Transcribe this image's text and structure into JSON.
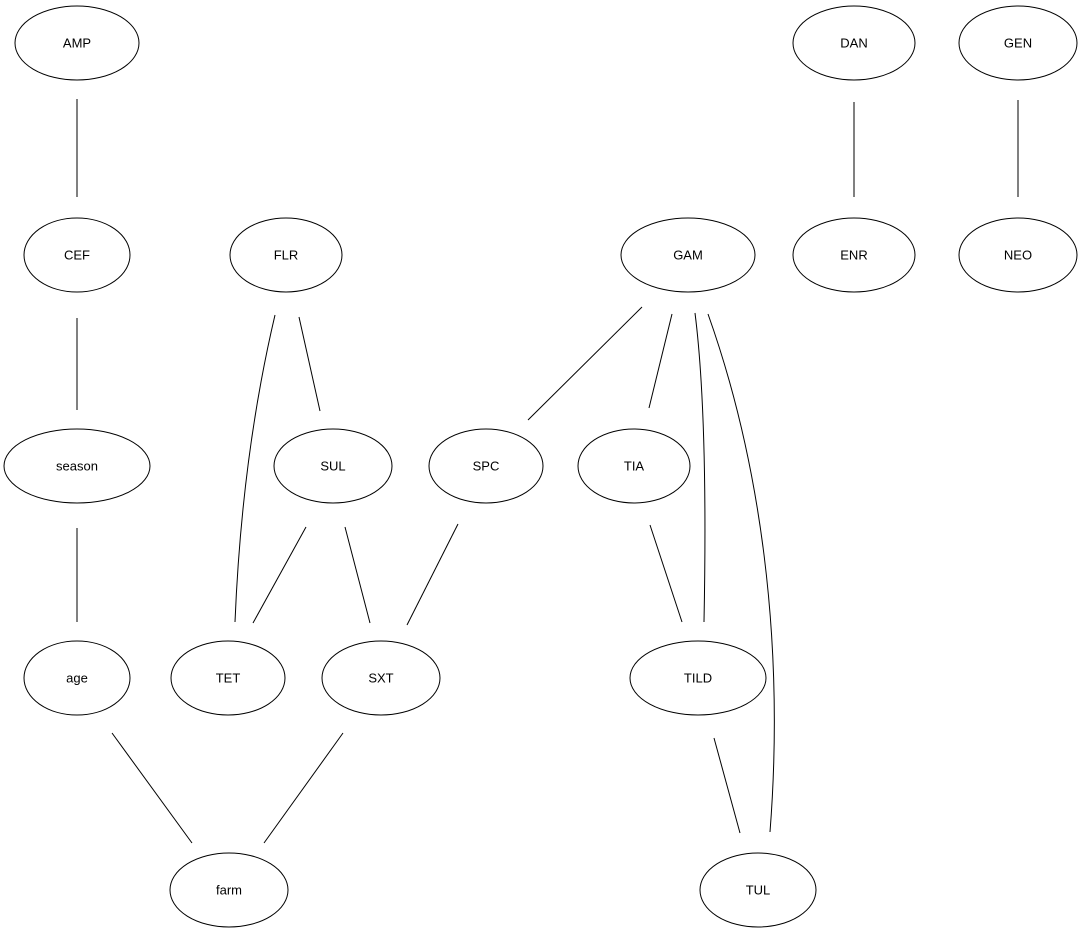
{
  "nodes": [
    {
      "id": "AMP",
      "label": "AMP"
    },
    {
      "id": "DAN",
      "label": "DAN"
    },
    {
      "id": "GEN",
      "label": "GEN"
    },
    {
      "id": "CEF",
      "label": "CEF"
    },
    {
      "id": "FLR",
      "label": "FLR"
    },
    {
      "id": "GAM",
      "label": "GAM"
    },
    {
      "id": "ENR",
      "label": "ENR"
    },
    {
      "id": "NEO",
      "label": "NEO"
    },
    {
      "id": "season",
      "label": "season"
    },
    {
      "id": "SUL",
      "label": "SUL"
    },
    {
      "id": "SPC",
      "label": "SPC"
    },
    {
      "id": "TIA",
      "label": "TIA"
    },
    {
      "id": "age",
      "label": "age"
    },
    {
      "id": "TET",
      "label": "TET"
    },
    {
      "id": "SXT",
      "label": "SXT"
    },
    {
      "id": "TILD",
      "label": "TILD"
    },
    {
      "id": "farm",
      "label": "farm"
    },
    {
      "id": "TUL",
      "label": "TUL"
    }
  ],
  "edges": [
    [
      "AMP",
      "CEF"
    ],
    [
      "DAN",
      "ENR"
    ],
    [
      "GEN",
      "NEO"
    ],
    [
      "CEF",
      "season"
    ],
    [
      "season",
      "age"
    ],
    [
      "age",
      "farm"
    ],
    [
      "FLR",
      "TET"
    ],
    [
      "FLR",
      "SUL"
    ],
    [
      "SUL",
      "TET"
    ],
    [
      "SUL",
      "SXT"
    ],
    [
      "SPC",
      "SXT"
    ],
    [
      "SXT",
      "farm"
    ],
    [
      "GAM",
      "SPC"
    ],
    [
      "GAM",
      "TIA"
    ],
    [
      "GAM",
      "TILD"
    ],
    [
      "GAM",
      "TUL"
    ],
    [
      "TIA",
      "TILD"
    ],
    [
      "TILD",
      "TUL"
    ]
  ]
}
